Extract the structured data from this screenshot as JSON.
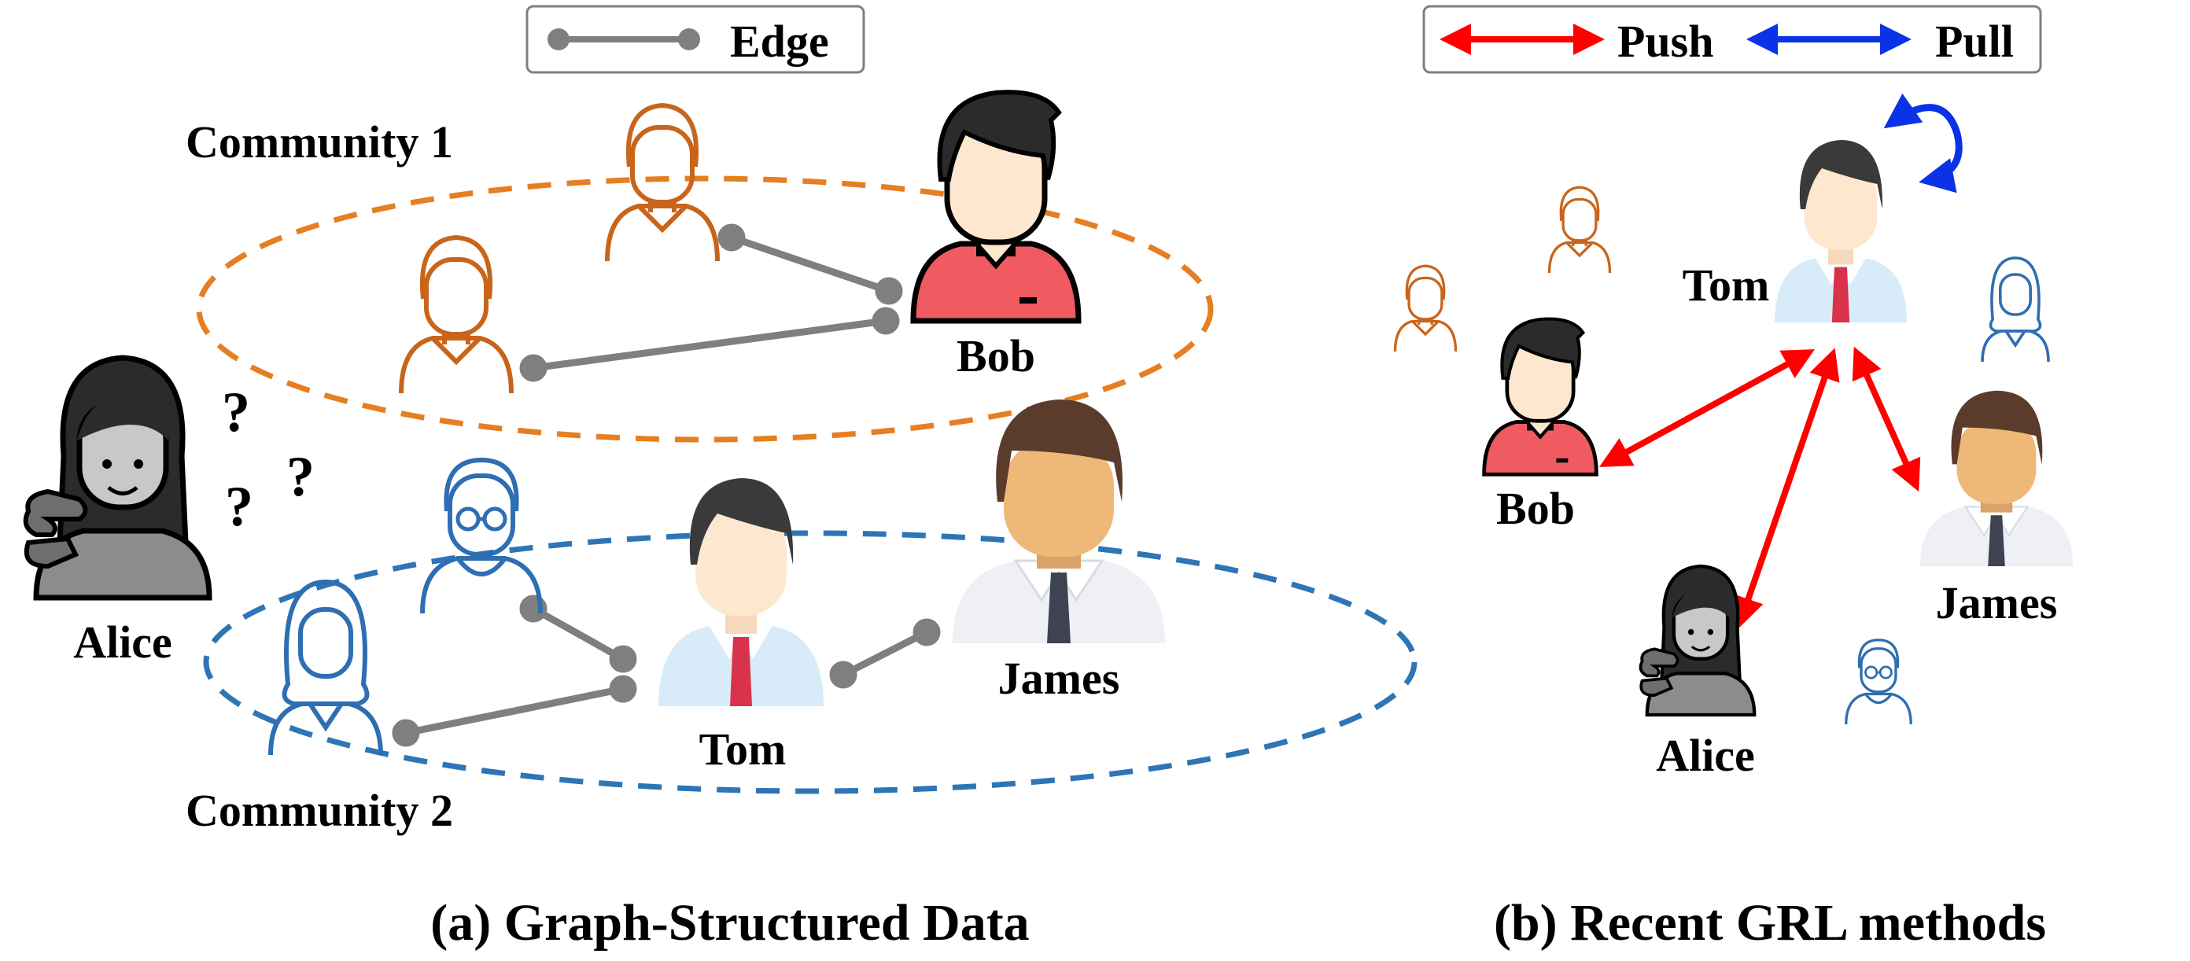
{
  "legend_a": {
    "edge_label": "Edge"
  },
  "legend_b": {
    "push_label": "Push",
    "pull_label": "Pull"
  },
  "panel_a": {
    "caption": "(a) Graph-Structured Data",
    "community1": "Community 1",
    "community2": "Community 2",
    "names": {
      "bob": "Bob",
      "alice": "Alice",
      "tom": "Tom",
      "james": "James"
    },
    "question_marks": [
      "?",
      "?",
      "?"
    ]
  },
  "panel_b": {
    "caption": "(b) Recent GRL methods",
    "names": {
      "tom": "Tom",
      "bob": "Bob",
      "james": "James",
      "alice": "Alice"
    }
  },
  "colors": {
    "community1": "#e67e22",
    "community2": "#2e75b6",
    "edge": "#7f7f7f",
    "push": "#ff0000",
    "pull": "#0a32e6",
    "outline_orange": "#c8651b",
    "outline_blue": "#2e6eb2",
    "bob_shirt": "#f05a61",
    "skin": "#fde7cf",
    "hair": "#2b2b2b",
    "tom_shirt": "#d7ecf8",
    "tie": "#d9324b",
    "james_skin": "#eeb878",
    "james_hair": "#5a3b2c",
    "james_shirt": "#eef0f5",
    "alice_gray": "#8c8c8c"
  },
  "icons": {
    "bob": "male-avatar-icon",
    "tom": "male-avatar-icon",
    "james": "businessman-avatar-icon",
    "alice": "female-avatar-icon",
    "outline_people": "person-outline-icon"
  }
}
